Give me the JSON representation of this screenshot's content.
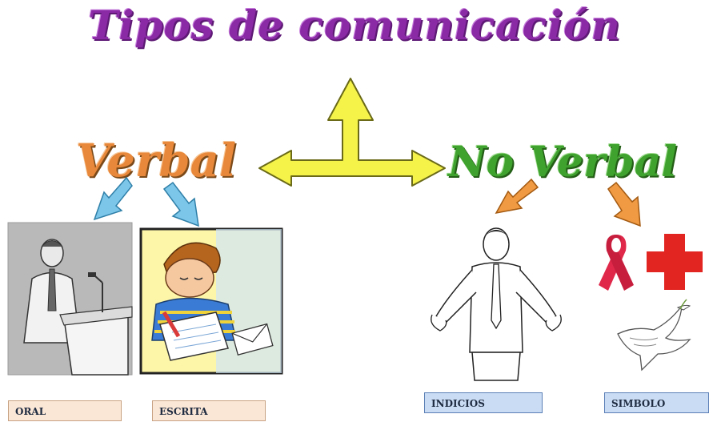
{
  "title": "Tipos de comunicación",
  "branches": {
    "verbal": "Verbal",
    "no_verbal": "No Verbal"
  },
  "labels": {
    "oral": "ORAL",
    "escrita": "ESCRITA",
    "indicios": "INDICIOS",
    "simbolo": "SIMBOLO"
  },
  "colors": {
    "title": "#8a2aa5",
    "verbal": "#e8883a",
    "no_verbal": "#3fa22e",
    "center_arrow": "#f5f24a",
    "verbal_arrows": "#7cc6ea",
    "no_verbal_arrows": "#f09a43"
  },
  "icons": [
    "speaker-illustration",
    "writing-child-illustration",
    "shrugging-man-illustration",
    "red-ribbon-icon",
    "red-cross-icon",
    "dove-icon"
  ]
}
